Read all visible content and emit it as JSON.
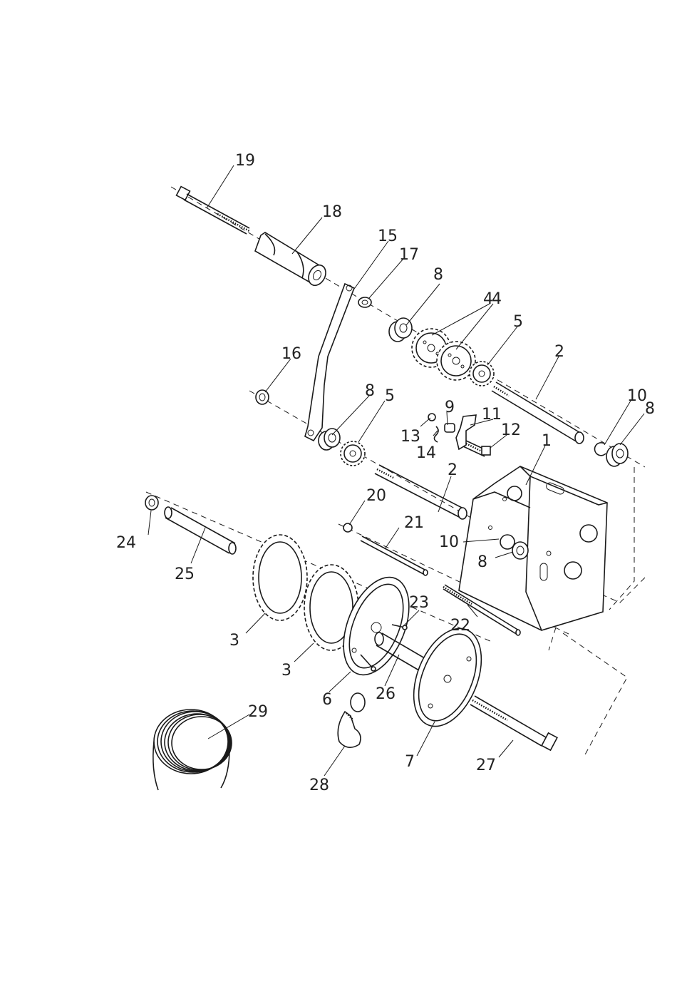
{
  "diagram": {
    "part_labels": [
      "19",
      "18",
      "15",
      "17",
      "8",
      "4",
      "4",
      "5",
      "2",
      "16",
      "8",
      "5",
      "13",
      "9",
      "11",
      "12",
      "14",
      "10",
      "8",
      "1",
      "2",
      "20",
      "21",
      "24",
      "25",
      "10",
      "8",
      "3",
      "23",
      "22",
      "3",
      "6",
      "26",
      "29",
      "7",
      "27",
      "28"
    ],
    "colors": {
      "line": "#1a1a1a",
      "background": "#ffffff",
      "label": "#222222"
    }
  }
}
